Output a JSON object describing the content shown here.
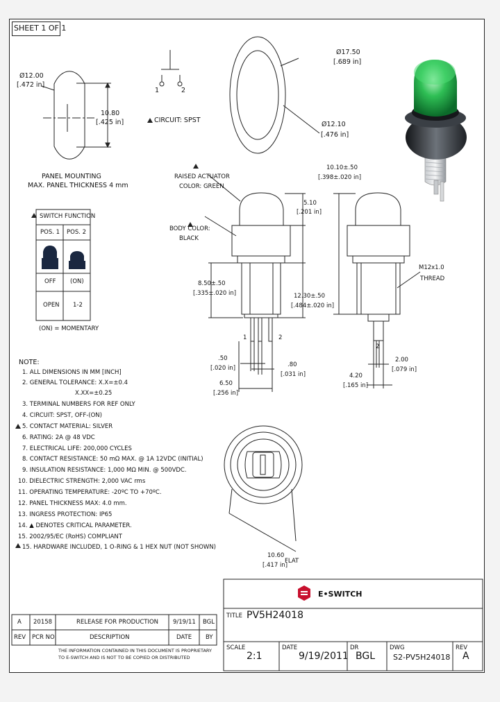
{
  "sheet": "SHEET 1 OF 1",
  "panel": {
    "dia_mm": "Ø12.00",
    "dia_in": "[.472 in]",
    "flat_mm": "10.80",
    "flat_in": "[.425 in]",
    "title": "PANEL MOUNTING",
    "thickness": "MAX. PANEL THICKNESS 4 mm"
  },
  "circuit": {
    "label": "CIRCUIT: SPST",
    "pin1": "1",
    "pin2": "2"
  },
  "washer": {
    "od_mm": "Ø17.50",
    "od_in": "[.689 in]",
    "id_mm": "Ø12.10",
    "id_in": "[.476 in]"
  },
  "switch_function": {
    "title": "SWITCH FUNCTION",
    "headers": [
      "POS. 1",
      "POS. 2"
    ],
    "states": [
      "OFF",
      "(ON)"
    ],
    "contacts": [
      "OPEN",
      "1-2"
    ],
    "footnote": "(ON) = MOMENTARY"
  },
  "side_view": {
    "actuator_label_1": "RAISED ACTUATOR",
    "actuator_label_2": "COLOR: GREEN",
    "body_label_1": "BODY COLOR:",
    "body_label_2": "BLACK",
    "dim_510": "5.10",
    "dim_510_in": "[.201 in]",
    "dim_850": "8.50±.50",
    "dim_850_in": "[.335±.020 in]",
    "dim_1230": "12.30±.50",
    "dim_1230_in": "[.484±.020 in]",
    "dim_050": ".50",
    "dim_050_in": "[.020 in]",
    "dim_080": ".80",
    "dim_080_in": "[.031 in]",
    "dim_650": "6.50",
    "dim_650_in": "[.256 in]",
    "pin1": "1",
    "pin2": "2"
  },
  "end_view": {
    "dim_1010": "10.10±.50",
    "dim_1010_in": "[.398±.020 in]",
    "thread_1": "M12x1.0",
    "thread_2": "THREAD",
    "pin": "2",
    "dim_200": "2.00",
    "dim_200_in": "[.079 in]",
    "dim_420": "4.20",
    "dim_420_in": "[.165 in]"
  },
  "bottom_view": {
    "flat_mm": "10.60",
    "flat_label": "FLAT",
    "flat_in": "[.417 in]"
  },
  "notes": {
    "heading": "NOTE:",
    "items": [
      "1. ALL DIMENSIONS IN MM [INCH]",
      "2. GENERAL TOLERANCE: X.X=±0.4",
      "X.XX=±0.25",
      "3. TERMINAL NUMBERS FOR REF ONLY",
      "4. CIRCUIT: SPST, OFF-(ON)",
      "5. CONTACT MATERIAL: SILVER",
      "6. RATING: 2A @ 48 VDC",
      "7. ELECTRICAL LIFE: 200,000 CYCLES",
      "8. CONTACT RESISTANCE: 50 mΩ MAX. @ 1A 12VDC (INITIAL)",
      "9. INSULATION RESISTANCE: 1,000 MΩ MIN. @ 500VDC.",
      "10. DIELECTRIC STRENGTH: 2,000 VAC rms",
      "11. OPERATING TEMPERATURE: -20ºC TO +70ºC.",
      "12. PANEL THICKNESS MAX: 4.0 mm.",
      "13. INGRESS PROTECTION: IP65",
      "14. ▲ DENOTES CRITICAL PARAMETER.",
      "15. 2002/95/EC (RoHS) COMPLIANT",
      "15. HARDWARE INCLUDED, 1 O-RING & 1 HEX NUT (NOT SHOWN)"
    ]
  },
  "revision": {
    "rev": "A",
    "pcr": "20158",
    "description": "RELEASE FOR PRODUCTION",
    "date": "9/19/11",
    "by": "BGL",
    "headers": [
      "REV",
      "PCR NO",
      "DESCRIPTION",
      "DATE",
      "BY"
    ],
    "proprietary_1": "THE INFORMATION CONTAINED IN THIS DOCUMENT IS PROPRIETARY",
    "proprietary_2": "TO E-SWITCH AND IS NOT TO BE COPIED OR DISTRIBUTED"
  },
  "title_block": {
    "brand": "E•SWITCH",
    "title_label": "TITLE",
    "title": "PV5H24018",
    "scale_label": "SCALE",
    "scale": "2:1",
    "date_label": "DATE",
    "date": "9/19/2011",
    "dr_label": "DR",
    "dr": "BGL",
    "dwg_label": "DWG",
    "dwg": "S2-PV5H24018",
    "rev_label": "REV",
    "rev": "A"
  },
  "colors": {
    "actuator_green": "#2fbf55",
    "body_black": "#2a2f35",
    "brand_red": "#c8102e"
  }
}
